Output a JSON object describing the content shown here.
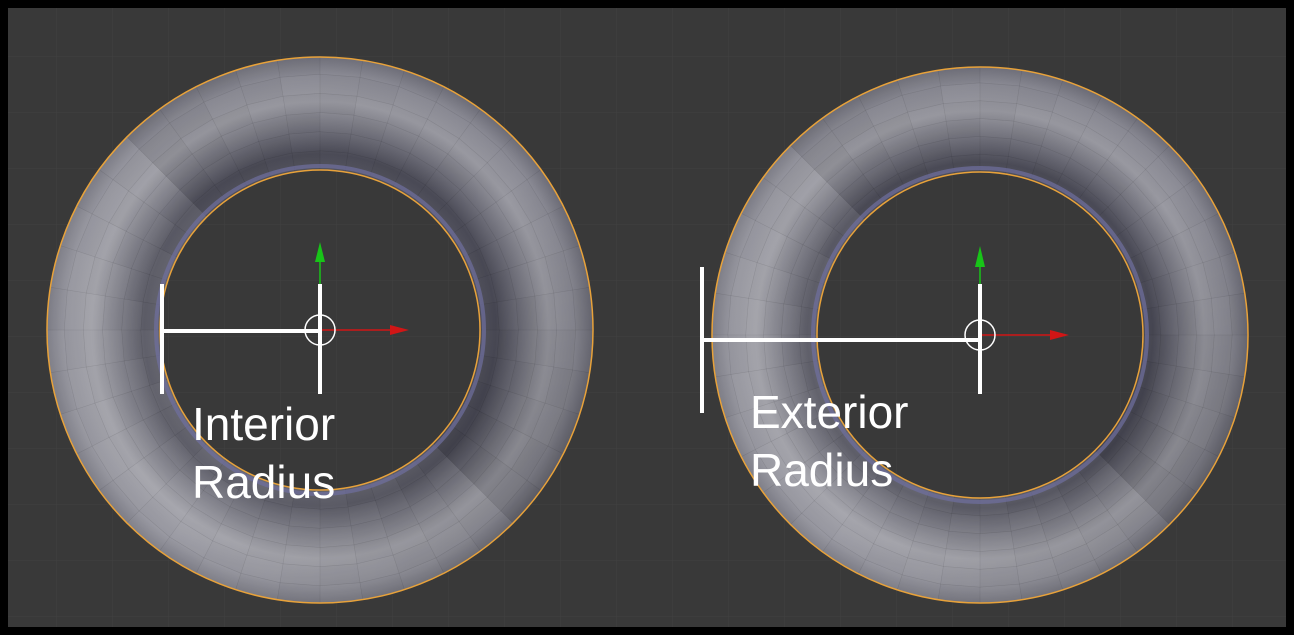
{
  "colors": {
    "frame": "#000000",
    "viewport_background": "#393939",
    "grid_line": "#414141",
    "torus_dark": "#4c4c58",
    "torus_mid": "#7c7c86",
    "torus_light": "#a7a7ad",
    "selection_outline": "#e8a23a",
    "annotation": "#ffffff",
    "axis_x": "#d11616",
    "axis_y": "#18c418"
  },
  "icons": {
    "object_origin": "object-origin-icon",
    "x_axis": "x-axis-arrow-icon",
    "y_axis": "y-axis-arrow-icon"
  },
  "panels": [
    {
      "id": "interior",
      "label_line1": "Interior",
      "label_line2": "Radius"
    },
    {
      "id": "exterior",
      "label_line1": "Exterior",
      "label_line2": "Radius"
    }
  ]
}
